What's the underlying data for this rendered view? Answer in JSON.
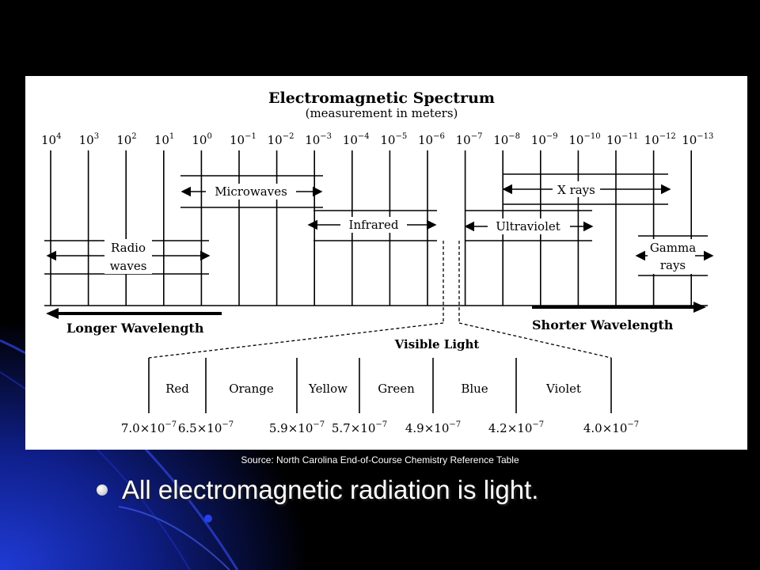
{
  "slide": {
    "source": "Source: North Carolina End-of-Course Chemistry Reference Table",
    "bullet": "All electromagnetic radiation is light."
  },
  "figure": {
    "title": "Electromagnetic Spectrum",
    "subtitle": "(measurement in meters)",
    "scale_exponents": [
      "4",
      "3",
      "2",
      "1",
      "0",
      "−1",
      "−2",
      "−3",
      "−4",
      "−5",
      "−6",
      "−7",
      "−8",
      "−9",
      "−10",
      "−11",
      "−12",
      "−13"
    ],
    "bands": {
      "radio": [
        "Radio",
        "waves"
      ],
      "microwaves": "Microwaves",
      "infrared": "Infrared",
      "ultraviolet": "Ultraviolet",
      "xrays": "X rays",
      "gamma": [
        "Gamma",
        "rays"
      ]
    },
    "longer": "Longer Wavelength",
    "shorter": "Shorter Wavelength",
    "visible_title": "Visible Light",
    "colors": [
      "Red",
      "Orange",
      "Yellow",
      "Green",
      "Blue",
      "Violet"
    ],
    "visible_values": [
      {
        "mantissa": "7.0",
        "exp": "−7"
      },
      {
        "mantissa": "6.5",
        "exp": "−7"
      },
      {
        "mantissa": "5.9",
        "exp": "−7"
      },
      {
        "mantissa": "5.7",
        "exp": "−7"
      },
      {
        "mantissa": "4.9",
        "exp": "−7"
      },
      {
        "mantissa": "4.2",
        "exp": "−7"
      },
      {
        "mantissa": "4.0",
        "exp": "−7"
      }
    ]
  }
}
